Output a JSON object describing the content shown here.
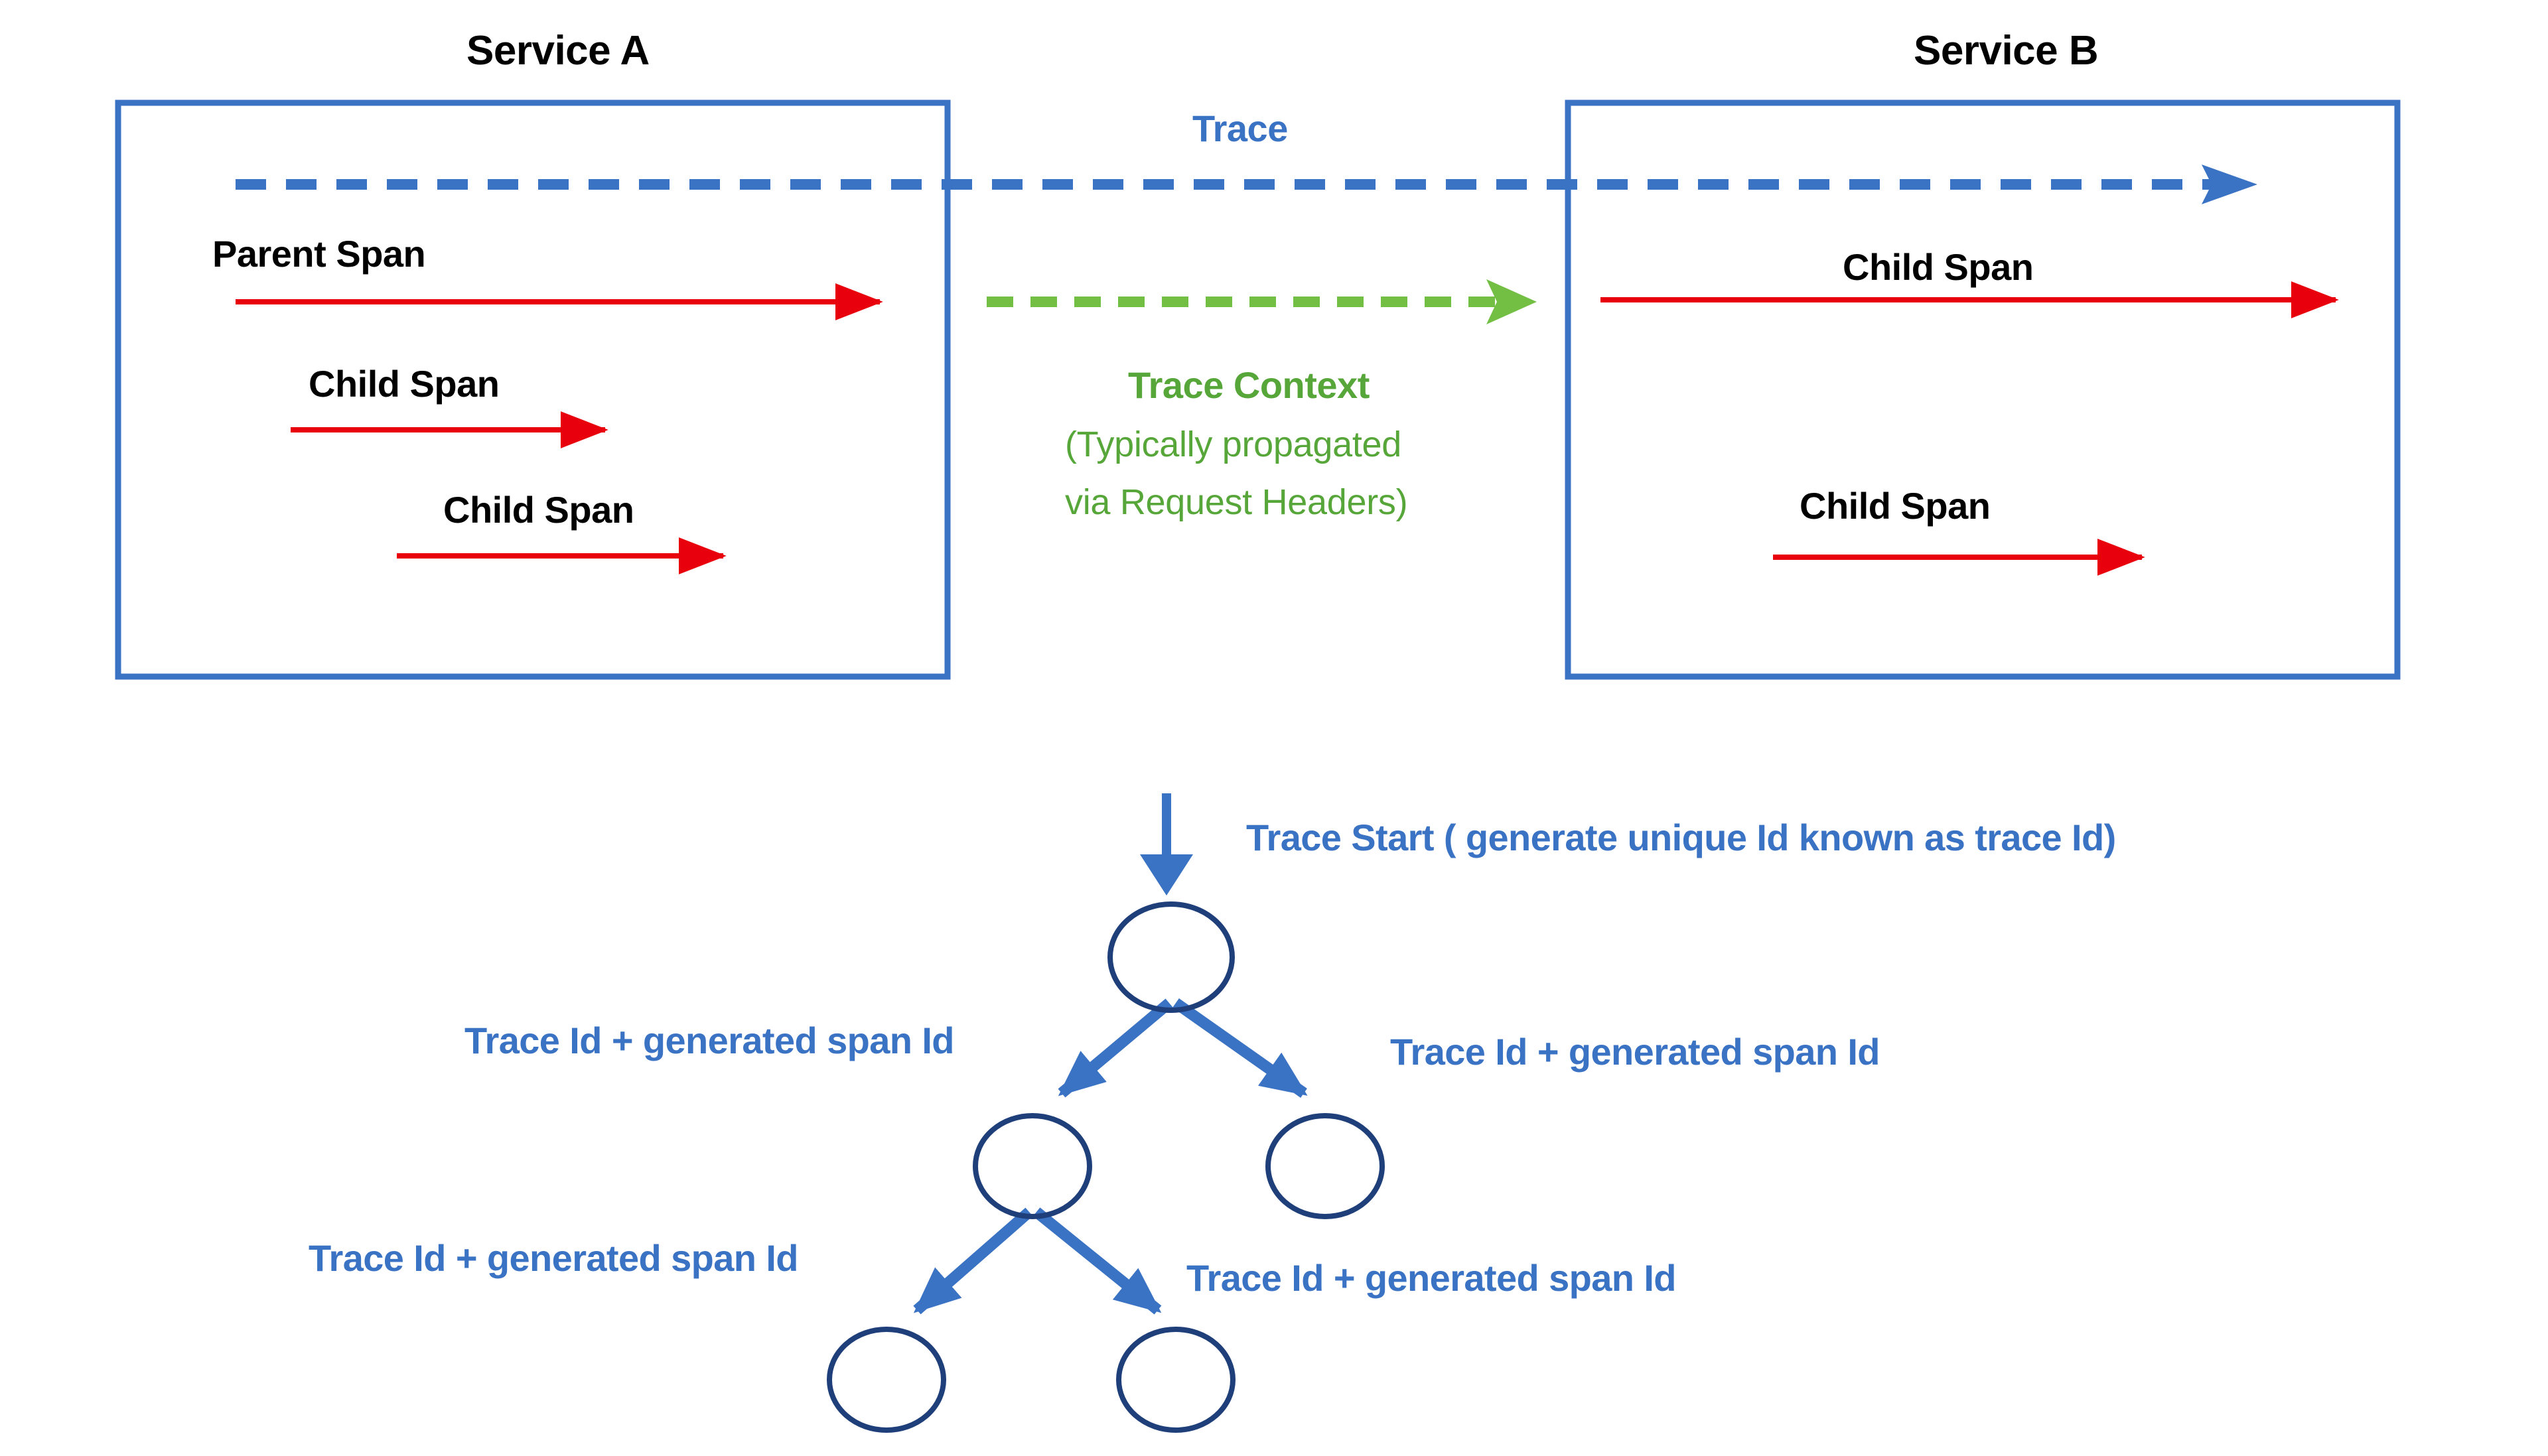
{
  "diagram": {
    "title_service_a": "Service A",
    "title_service_b": "Service B",
    "trace_label": "Trace",
    "trace_context_title": "Trace Context",
    "trace_context_note_line1": "(Typically propagated",
    "trace_context_note_line2": "via Request Headers)",
    "service_a_spans": [
      {
        "label": "Parent Span"
      },
      {
        "label": "Child Span"
      },
      {
        "label": "Child Span"
      }
    ],
    "service_b_spans": [
      {
        "label": "Child Span"
      },
      {
        "label": "Child Span"
      }
    ],
    "tree": {
      "root_label": "Trace Start ( generate unique Id known as trace Id)",
      "edge_labels": [
        "Trace Id + generated span Id",
        "Trace Id + generated span Id",
        "Trace Id + generated span Id",
        "Trace Id + generated span Id"
      ]
    },
    "colors": {
      "box_border_blue": "#3a72c4",
      "trace_blue": "#3a72c4",
      "tree_blue": "#3a72c4",
      "node_outline_navy": "#1f3f7a",
      "span_red": "#e8000d",
      "context_green": "#72bf44",
      "context_text_green": "#57a639",
      "title_black": "#000000",
      "background": "#ffffff"
    }
  }
}
